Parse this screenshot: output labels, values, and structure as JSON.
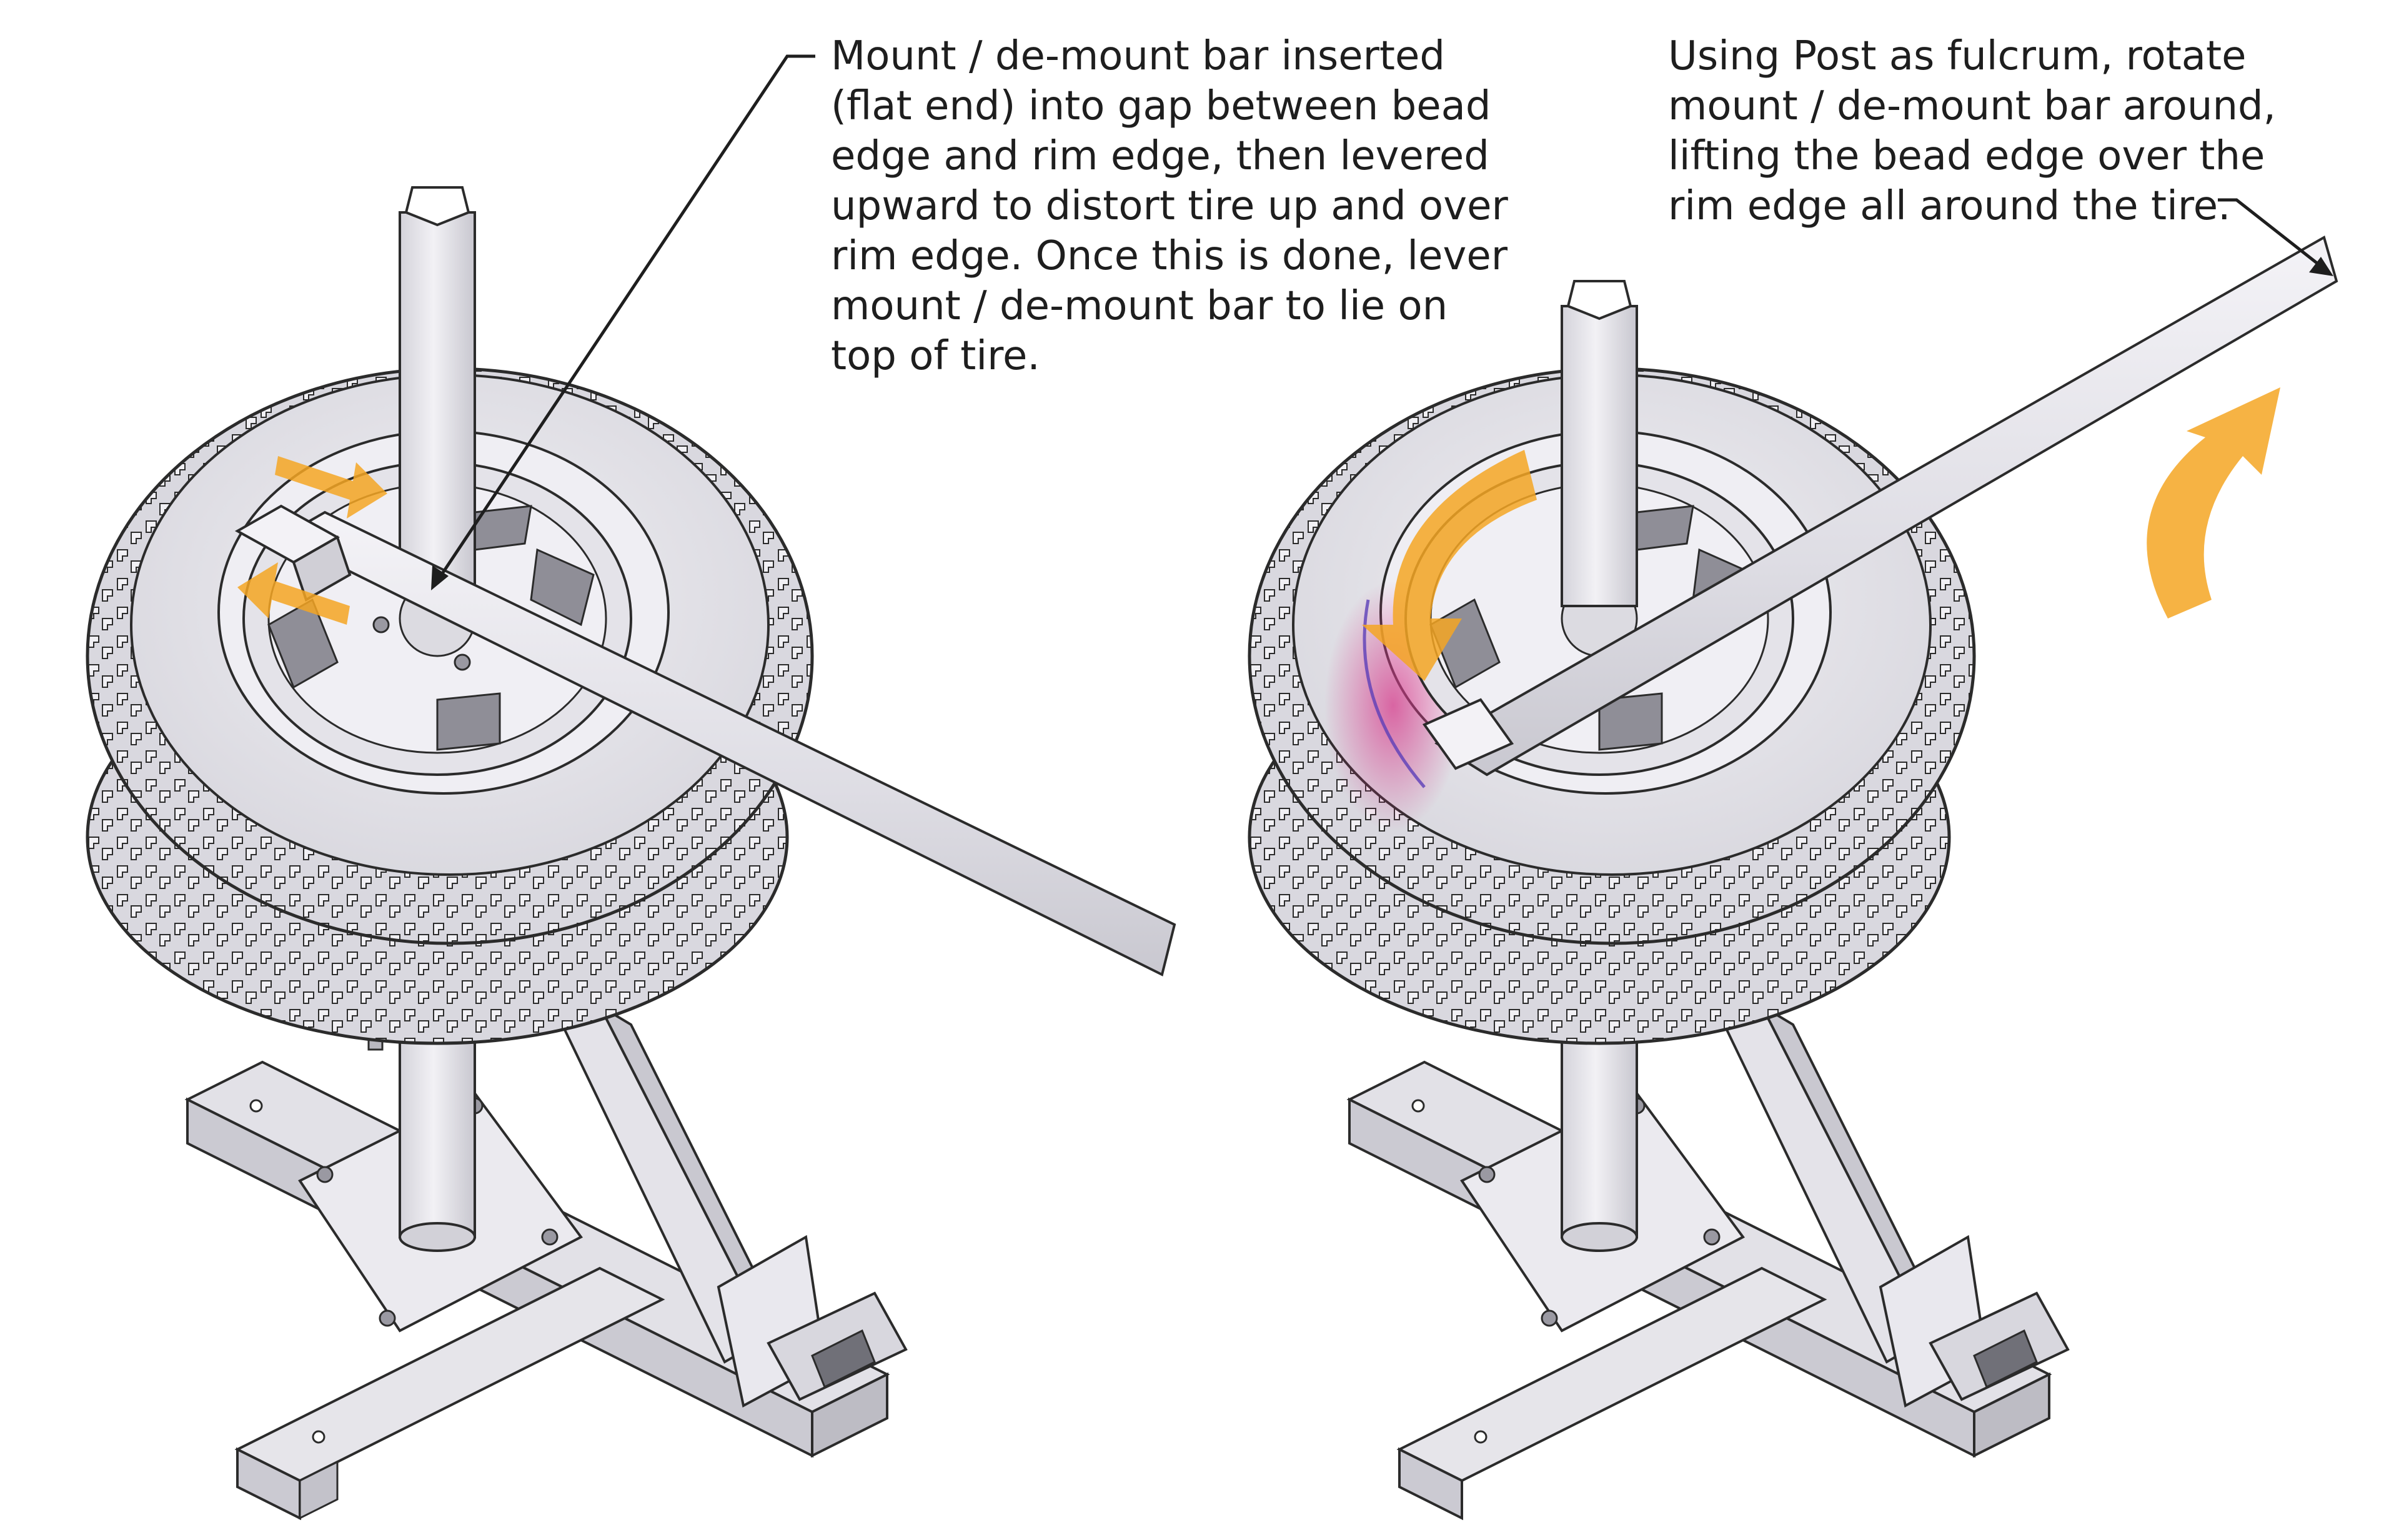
{
  "figure": {
    "panels": [
      {
        "id": "step-insert-bar",
        "caption_lines": [
          "Mount / de-mount bar inserted",
          "(flat end) into gap between bead",
          "edge and rim edge, then levered",
          "upward to distort tire up and over",
          "rim edge. Once this is done, lever",
          "mount / de-mount bar to lie on",
          "top of tire."
        ]
      },
      {
        "id": "step-rotate-bar",
        "caption_lines": [
          "Using Post as fulcrum, rotate",
          "mount / de-mount bar around,",
          "lifting the bead edge over the",
          "rim edge all around the tire."
        ]
      }
    ],
    "colors": {
      "line": "#2b2b2b",
      "part_fill": "#e6e5ea",
      "part_shade": "#cfced6",
      "tread": "#bdbcc4",
      "motion_arrow": "#f5a623",
      "bead_highlight": "#d63c8c"
    }
  }
}
